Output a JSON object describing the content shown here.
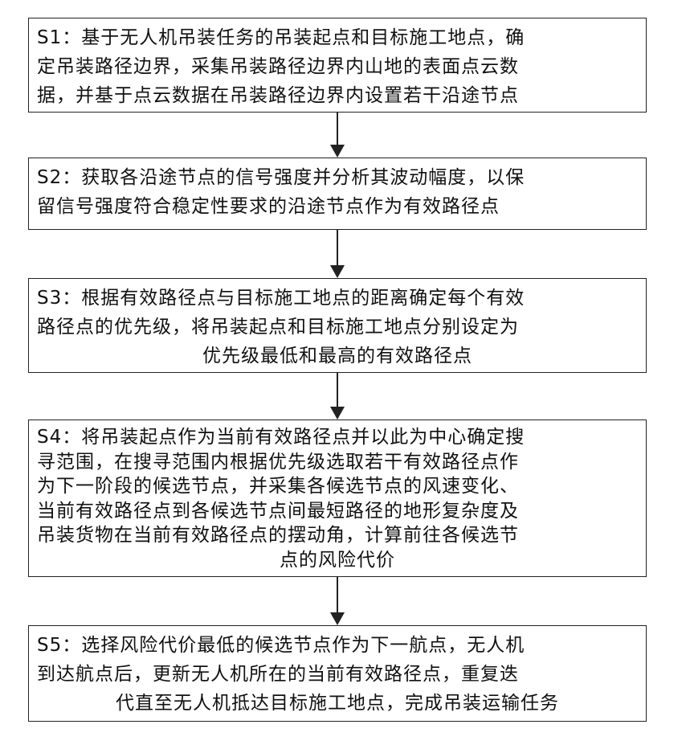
{
  "steps": [
    {
      "id": "S1",
      "lines": [
        "S1：基于无人机吊装任务的吊装起点和目标施工地点，确",
        "定吊装路径边界，采集吊装路径边界内山地的表面点云数",
        "据，并基于点云数据在吊装路径边界内设置若干沿途节点"
      ]
    },
    {
      "id": "S2",
      "lines": [
        "S2：获取各沿途节点的信号强度并分析其波动幅度，以保",
        "留信号强度符合稳定性要求的沿途节点作为有效路径点"
      ]
    },
    {
      "id": "S3",
      "lines": [
        "S3：根据有效路径点与目标施工地点的距离确定每个有效",
        "路径点的优先级，将吊装起点和目标施工地点分别设定为",
        "优先级最低和最高的有效路径点"
      ]
    },
    {
      "id": "S4",
      "lines": [
        "S4：将吊装起点作为当前有效路径点并以此为中心确定搜",
        "寻范围，在搜寻范围内根据优先级选取若干有效路径点作",
        "为下一阶段的候选节点，并采集各候选节点的风速变化、",
        "当前有效路径点到各候选节点间最短路径的地形复杂度及",
        "吊装货物在当前有效路径点的摆动角，计算前往各候选节",
        "点的风险代价"
      ]
    },
    {
      "id": "S5",
      "lines": [
        "S5：选择风险代价最低的候选节点作为下一航点，无人机",
        "到达航点后，更新无人机所在的当前有效路径点，重复迭",
        "代直至无人机抵达目标施工地点，完成吊装运输任务"
      ]
    }
  ]
}
